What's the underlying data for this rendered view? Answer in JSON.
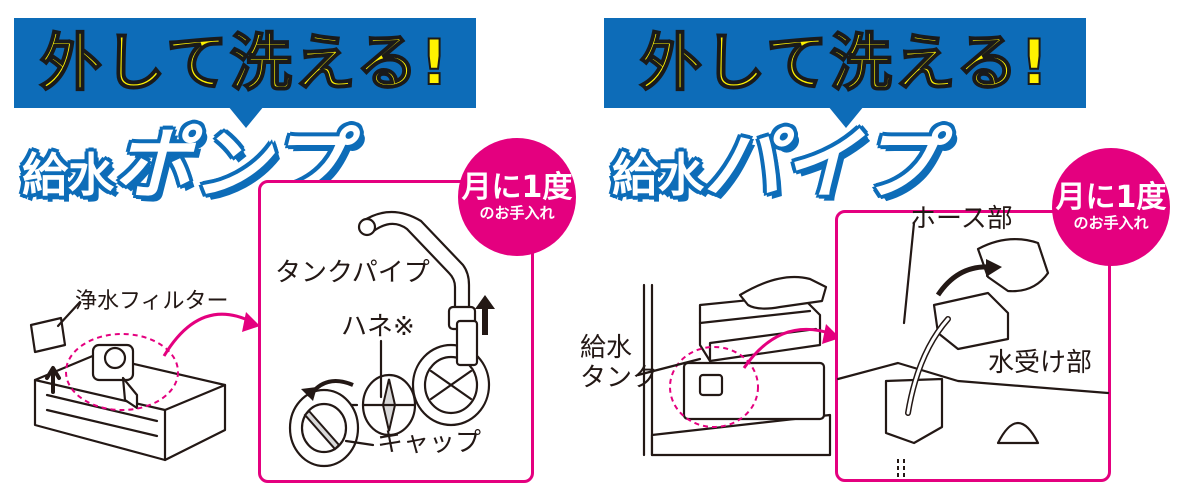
{
  "left": {
    "banner": "外して洗える!",
    "title_prefix": "給水",
    "title_main": "ポンプ",
    "badge_main": "月に1度",
    "badge_sub": "のお手入れ",
    "labels": {
      "filter": "浄水フィルター",
      "tank_pipe": "タンクパイプ",
      "impeller": "ハネ※",
      "cap": "キャップ"
    }
  },
  "right": {
    "banner": "外して洗える!",
    "title_prefix": "給水",
    "title_main": "パイプ",
    "badge_main": "月に1度",
    "badge_sub": "のお手入れ",
    "labels": {
      "hose": "ホース部",
      "tank_line1": "給水",
      "tank_line2": "タンク",
      "receiver": "水受け部"
    }
  },
  "colors": {
    "banner_blue": "#0d6cb8",
    "banner_text_yellow": "#fff200",
    "accent_pink": "#e4007f"
  }
}
